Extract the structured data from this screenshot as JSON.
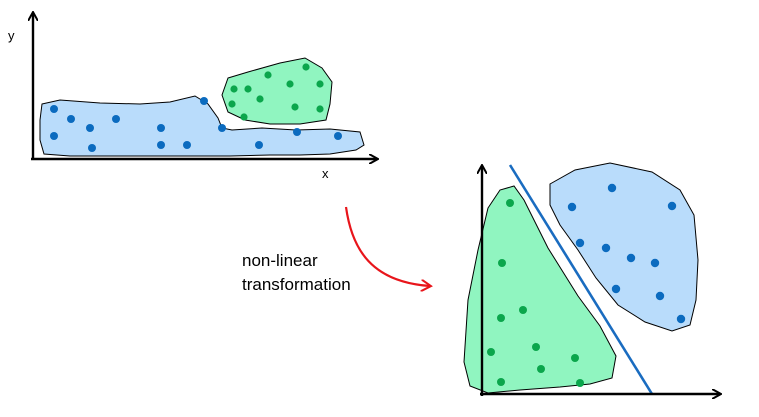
{
  "labels": {
    "y_axis": "y",
    "x_axis": "x",
    "caption_line1": "non-linear",
    "caption_line2": "transformation"
  },
  "colors": {
    "blue_region": "#b9dcfb",
    "blue_dot": "#0b6bbf",
    "green_region": "#90f5c0",
    "green_dot": "#0ba64c",
    "arrow": "#e8151b",
    "separator": "#1a6cc0",
    "axis": "#000000"
  }
}
